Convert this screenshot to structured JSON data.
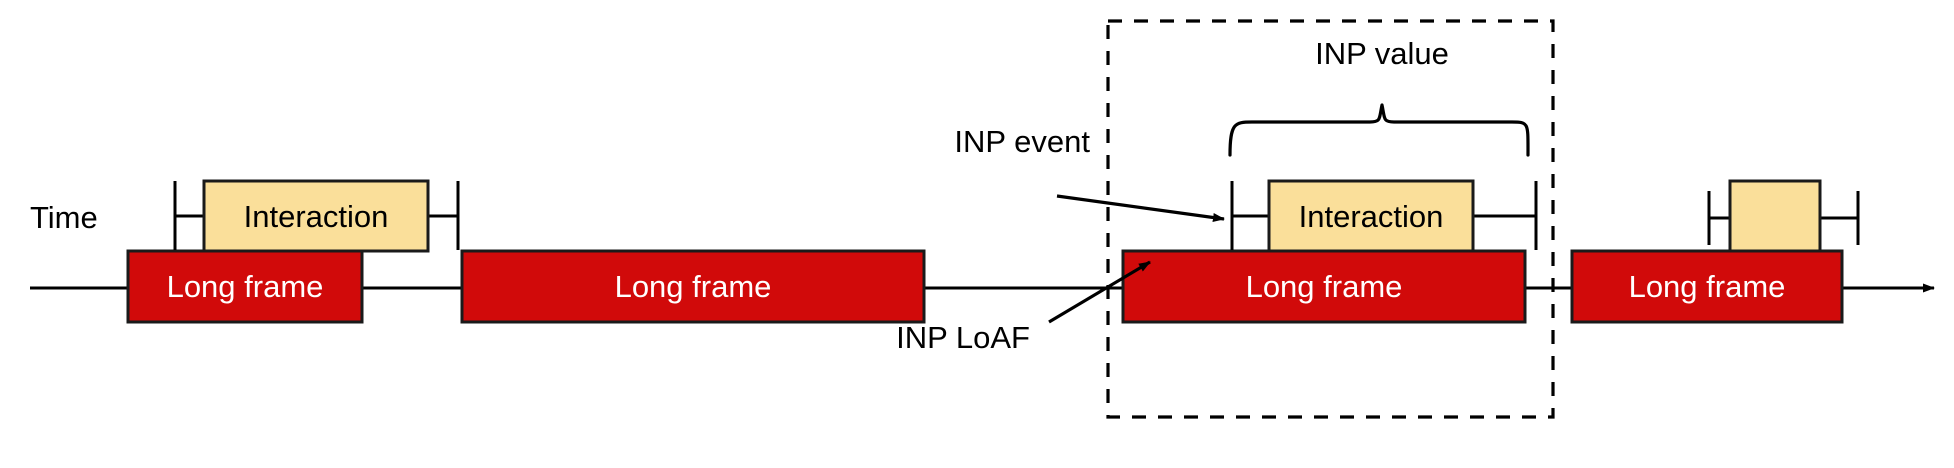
{
  "diagram": {
    "title_text_present": false,
    "axis": {
      "label": "Time",
      "arrow_direction": "right"
    },
    "colors": {
      "long_frame_fill": "#d10a0a",
      "long_frame_stroke": "#1a1a1a",
      "interaction_fill": "#fadf9a",
      "interaction_stroke": "#1a1a1a",
      "line": "#000000",
      "text_dark": "#000000",
      "text_light": "#ffffff",
      "background": "#ffffff",
      "dashed_box_stroke": "#000000"
    },
    "long_frames": [
      {
        "id": "frame-1",
        "label": "Long frame"
      },
      {
        "id": "frame-2",
        "label": "Long frame"
      },
      {
        "id": "frame-3",
        "label": "Long frame"
      },
      {
        "id": "frame-4",
        "label": "Long frame"
      }
    ],
    "interactions": [
      {
        "id": "interaction-1",
        "label": "Interaction"
      },
      {
        "id": "interaction-2",
        "label": "Interaction"
      },
      {
        "id": "interaction-3",
        "label": ""
      }
    ],
    "annotations": [
      {
        "id": "inp-value",
        "label": "INP value",
        "style": "brace-above"
      },
      {
        "id": "inp-event",
        "label": "INP event",
        "style": "arrow-right"
      },
      {
        "id": "inp-loaf",
        "label": "INP LoAF",
        "style": "arrow-up-right"
      }
    ],
    "highlight_region": {
      "name": "inp-dashed-region",
      "stroke_style": "dashed"
    }
  }
}
